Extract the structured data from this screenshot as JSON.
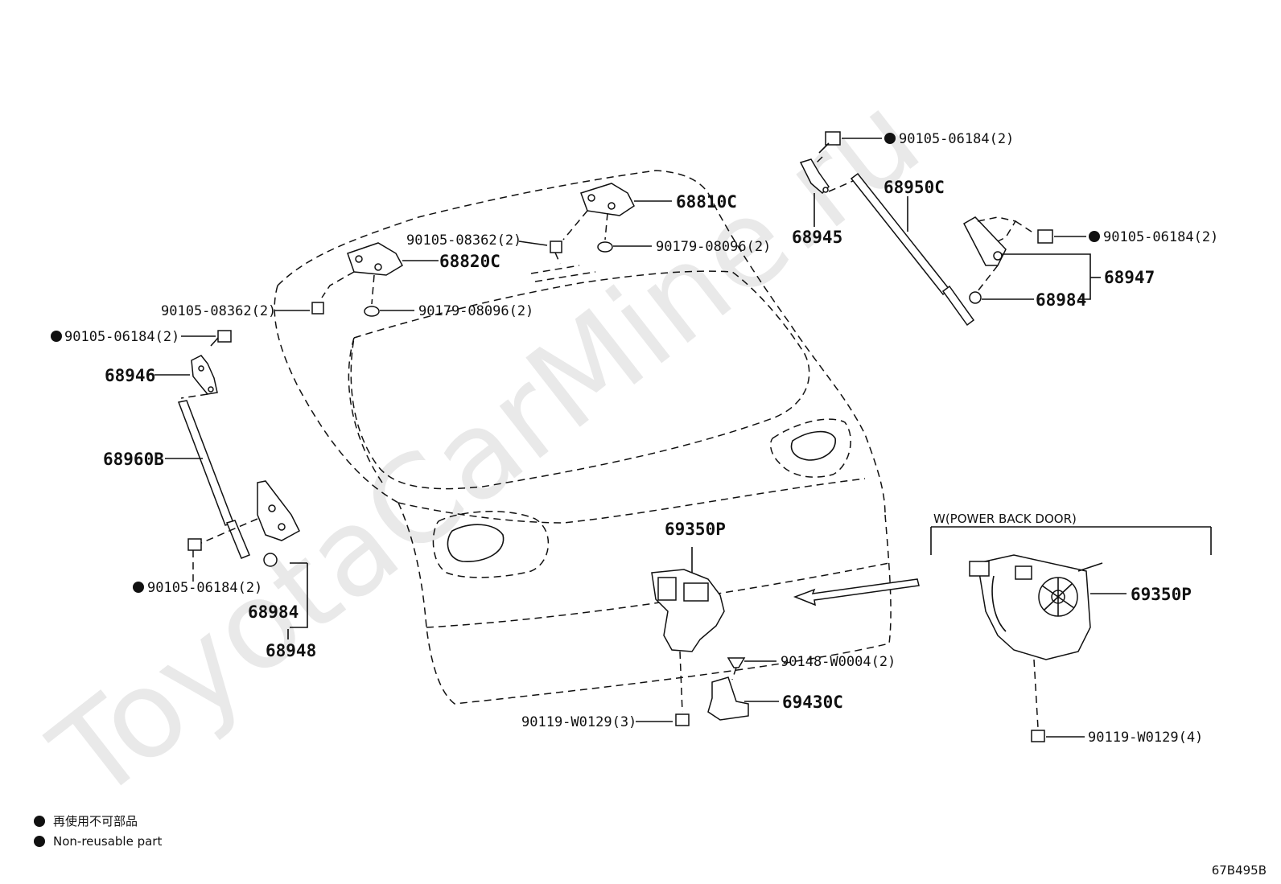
{
  "watermark": "ToyotaCarMine.ru",
  "labels": {
    "p68810C": "68810C",
    "p68820C": "68820C",
    "b90105_08362_top": "90105-08362(2)",
    "b90105_08362_left": "90105-08362(2)",
    "n90179_top": "90179-08096(2)",
    "n90179_left": "90179-08096(2)",
    "b90105_06184_tl": "90105-06184(2)",
    "b90105_06184_bl": "90105-06184(2)",
    "b90105_06184_tr": "90105-06184(2)",
    "b90105_06184_mr": "90105-06184(2)",
    "p68946": "68946",
    "p68960B": "68960B",
    "p68984_left": "68984",
    "p68948": "68948",
    "p68945": "68945",
    "p68950C": "68950C",
    "p68947": "68947",
    "p68984_right": "68984",
    "p69350P_center": "69350P",
    "p69350P_right": "69350P",
    "b90148": "90148-W0004(2)",
    "p69430C": "69430C",
    "b90119_center": "90119-W0129(3)",
    "b90119_right": "90119-W0129(4)",
    "power_back_door": "W(POWER BACK DOOR)"
  },
  "legend": {
    "line1": "再使用不可部品",
    "line2": "Non-reusable part"
  },
  "diagram_code": "67B495B"
}
